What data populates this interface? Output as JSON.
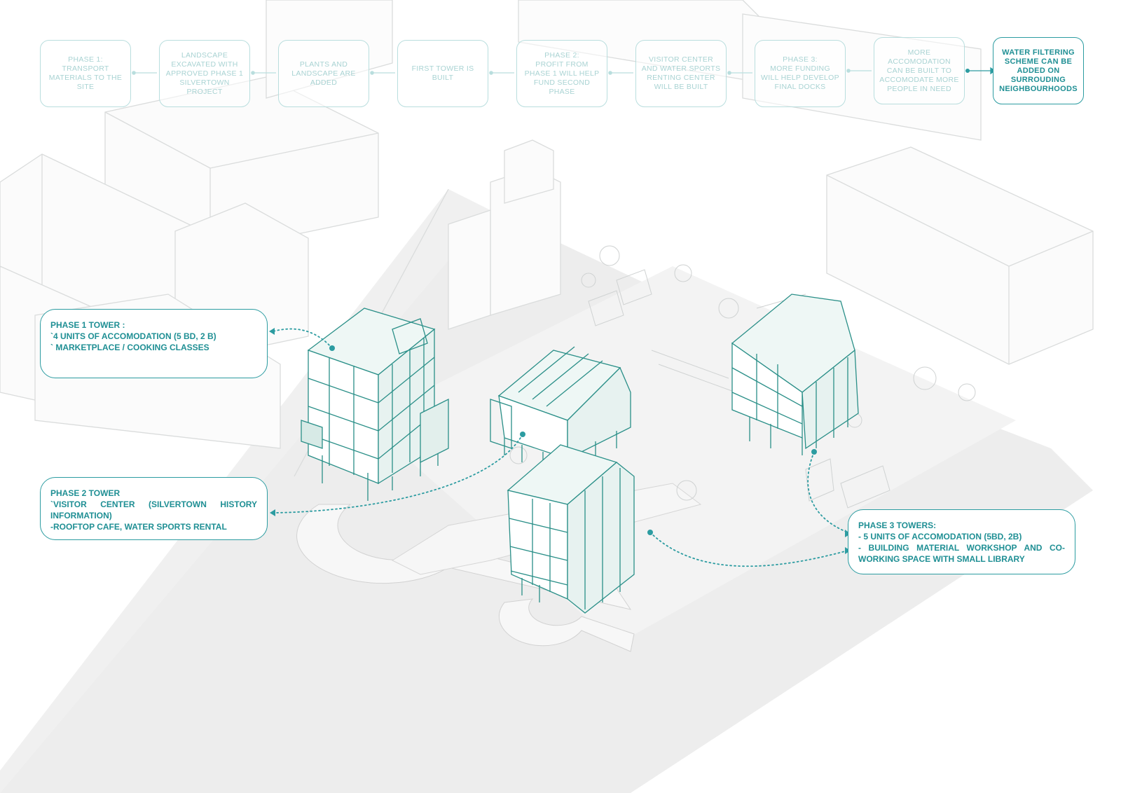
{
  "process_steps": [
    {
      "text": "PHASE 1:\nTRANSPORT MATERIALS TO THE SITE"
    },
    {
      "text": "LANDSCAPE EXCAVATED WITH APPROVED PHASE 1 SILVERTOWN PROJECT"
    },
    {
      "text": "PLANTS AND LANDSCAPE ARE ADDED"
    },
    {
      "text": "FIRST TOWER IS BUILT"
    },
    {
      "text": "PHASE 2:\nPROFIT FROM PHASE 1 WILL HELP FUND SECOND PHASE"
    },
    {
      "text": "VISITOR CENTER AND WATER SPORTS RENTING CENTER WILL BE BUILT"
    },
    {
      "text": "PHASE 3:\nMORE FUNDING WILL HELP DEVELOP FINAL DOCKS"
    },
    {
      "text": "MORE ACCOMODATION CAN BE BUILT TO ACCOMODATE MORE PEOPLE IN NEED"
    },
    {
      "text": "WATER FILTERING SCHEME CAN BE ADDED ON SURROUDING NEIGHBOURHOODS"
    }
  ],
  "callouts": {
    "phase1": {
      "title": "PHASE 1 TOWER :",
      "lines": [
        "`4 UNITS OF ACCOMODATION (5 BD, 2 B)",
        "` MARKETPLACE / COOKING CLASSES"
      ]
    },
    "phase2": {
      "title": "PHASE 2 TOWER",
      "lines": [
        "`VISITOR CENTER (SILVERTOWN HISTORY INFORMATION)",
        "-ROOFTOP CAFE, WATER SPORTS RENTAL"
      ]
    },
    "phase3": {
      "title": "PHASE 3 TOWERS:",
      "lines": [
        "- 5 UNITS OF ACCOMODATION (5BD, 2B)",
        "- BUILDING MATERIAL WORKSHOP AND CO-WORKING SPACE WITH SMALL LIBRARY"
      ]
    }
  },
  "colors": {
    "accent": "#2c9ca1",
    "accent_text": "#1f8f94",
    "faded_text": "#a9d3d3",
    "faded_border": "#b9dede",
    "tower_line": "#2a8f88",
    "context_line": "#d7d9d9",
    "ground": "#ececec"
  }
}
